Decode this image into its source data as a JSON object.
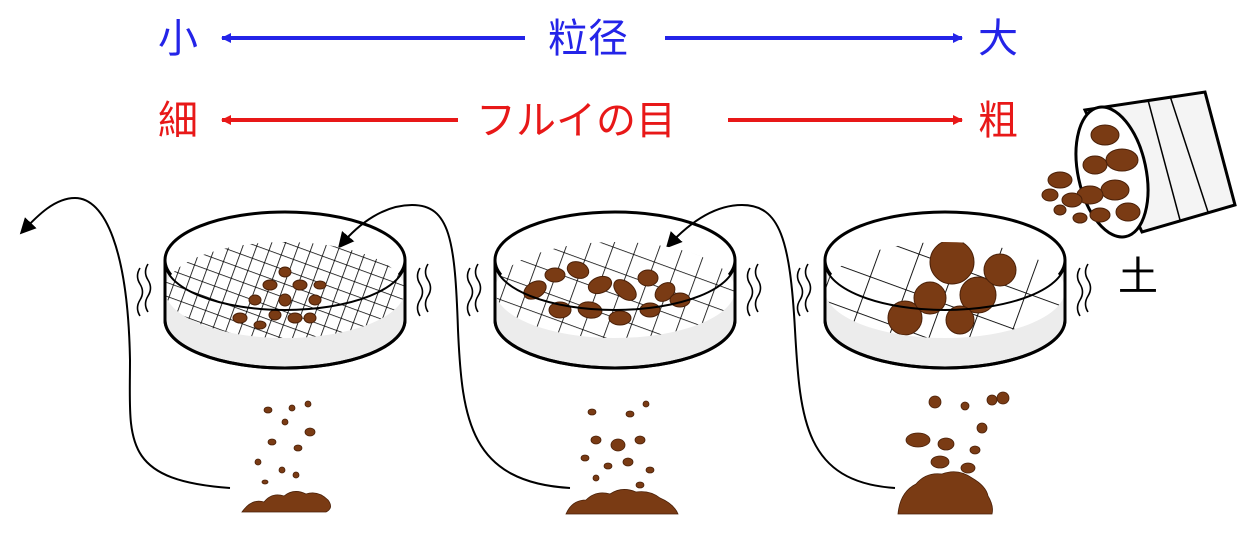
{
  "scale_top": {
    "left": "小",
    "center": "粒径",
    "right": "大",
    "color": "#2424e8"
  },
  "scale_bottom": {
    "left": "細",
    "center": "フルイの目",
    "right": "粗",
    "color": "#e81818"
  },
  "soil_label": "土",
  "colors": {
    "soil": "#7a3b14",
    "soil_dark": "#4a2008",
    "sieve_fill": "#ececec",
    "stroke": "#000000"
  },
  "sieves": [
    {
      "name": "fine",
      "mesh": "fine"
    },
    {
      "name": "medium",
      "mesh": "medium"
    },
    {
      "name": "coarse",
      "mesh": "coarse"
    }
  ]
}
